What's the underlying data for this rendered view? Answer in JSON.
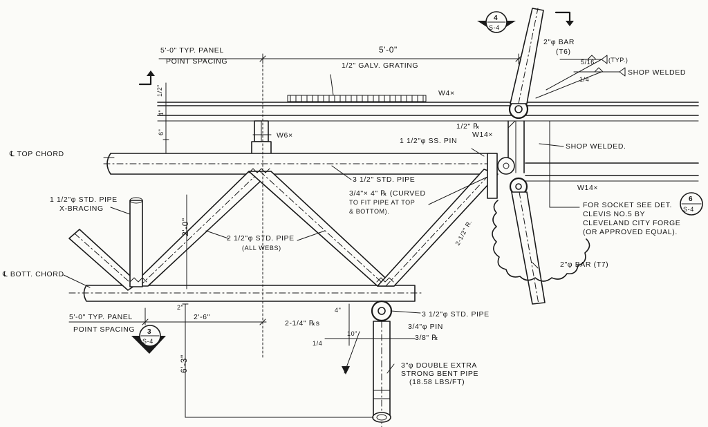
{
  "labels": {
    "panel_top": "5'-0\" TYP. PANEL",
    "panel_top_2": "POINT SPACING",
    "dim_5_0": "5'-0\"",
    "grating": "1/2\" GALV. GRATING",
    "w4": "W4×",
    "dim_half": "1/2\"",
    "dim_4": "4\"",
    "w6": "W6×",
    "dim_6": "6\"",
    "top_chord": "℄ TOP CHORD",
    "half_plate": "1/2\" ℞",
    "ss_pin": "1 1/2\"φ SS. PIN",
    "w14_top": "W14×",
    "shop_welded_1": "SHOP WELDED.",
    "std_pipe_top": "3 1/2\" STD. PIPE",
    "plate_curved_1": "3/4\"× 4\" ℞ (CURVED",
    "plate_curved_2": "TO FIT PIPE AT TOP",
    "plate_curved_3": "& BOTTOM).",
    "w14_bottom": "W14×",
    "xbr_1": "1 1/2\"φ STD. PIPE",
    "xbr_2": "X-BRACING",
    "dim_2_0": "2'-0\"",
    "web_pipe_1": "2 1/2\"φ STD. PIPE",
    "web_pipe_2": "(ALL WEBS)",
    "dim_2_half_r": "2-1/2\" R.",
    "socket_1": "FOR SOCKET SEE DET.",
    "socket_2": "CLEVIS NO.5 BY",
    "socket_3": "CLEVELAND CITY FORGE",
    "socket_4": "(OR APPROVED EQUAL).",
    "bar_t7": "2\"φ BAR (T7)",
    "bar_t6_1": "2\"φ BAR",
    "bar_t6_2": "(T6)",
    "typ": "(TYP.)",
    "weld_516": "5/16",
    "weld_14": "1/4",
    "shop_welded_2": "SHOP WELDED",
    "bott_chord": "℄ BOTT. CHORD",
    "panel_bot": "5'-0\" TYP. PANEL",
    "panel_bot_2": "POINT SPACING",
    "dim_2": "2\"",
    "dim_2_6": "2'-6\"",
    "dim_4_lower": "4\"",
    "std_pipe_bot": "3 1/2\"φ STD. PIPE",
    "pin_34": "3/4\"φ PIN",
    "plates_214": "2-1/4\" ℞s",
    "dim_10": "10\"",
    "plate_38": "3/8\" ℞",
    "dim_14": "1/4",
    "bent_pipe_1": "3\"φ DOUBLE EXTRA",
    "bent_pipe_2": "STRONG BENT PIPE",
    "bent_pipe_3": "(18.58 LBS/FT)",
    "dim_6_3": "6'-3\""
  },
  "callouts": {
    "detail_4_num": "4",
    "detail_4_sheet": "S-4",
    "detail_3_num": "3",
    "detail_3_sheet": "S-4",
    "detail_6_num": "6",
    "detail_6_sheet": "S-4"
  }
}
